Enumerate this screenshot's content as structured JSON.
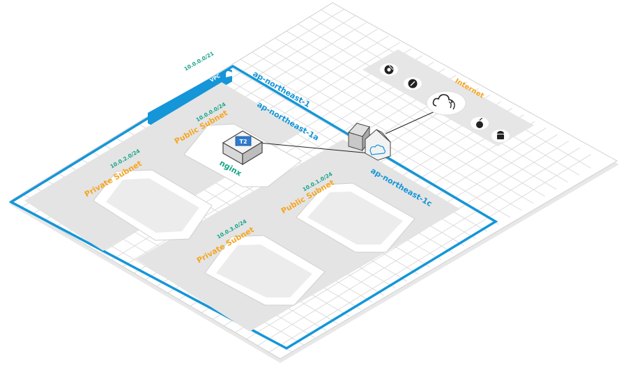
{
  "colors": {
    "vpc_blue": "#1496d8",
    "subnet_orange": "#f5a623",
    "cidr_green": "#17a589",
    "grid_line": "#dcdcdc",
    "zone_fill": "#e3e3e3"
  },
  "vpc": {
    "cidr": "10.0.0.0/21",
    "tab_label": "VPC",
    "region": "ap-northeast-1"
  },
  "zones": [
    {
      "id": "zone-1a",
      "label": "ap-northeast-1a"
    },
    {
      "id": "zone-1c",
      "label": "ap-northeast-1c"
    }
  ],
  "subnets": [
    {
      "id": "public-1a",
      "name": "Public Subnet",
      "cidr": "10.0.0.0/24"
    },
    {
      "id": "private-1a",
      "name": "Private Subnet",
      "cidr": "10.0.2.0/24"
    },
    {
      "id": "public-1c",
      "name": "Public Subnet",
      "cidr": "10.0.1.0/24"
    },
    {
      "id": "private-1c",
      "name": "Private Subnet",
      "cidr": "10.0.3.0/24"
    }
  ],
  "instance": {
    "type": "T2",
    "name": "nginx"
  },
  "internet": {
    "label": "Internet",
    "clients": [
      "chrome-icon",
      "safari-icon",
      "apple-icon",
      "android-icon"
    ],
    "cloud_icon": "internet-cloud-icon"
  },
  "gateway": {
    "icon": "internet-gateway-icon"
  }
}
